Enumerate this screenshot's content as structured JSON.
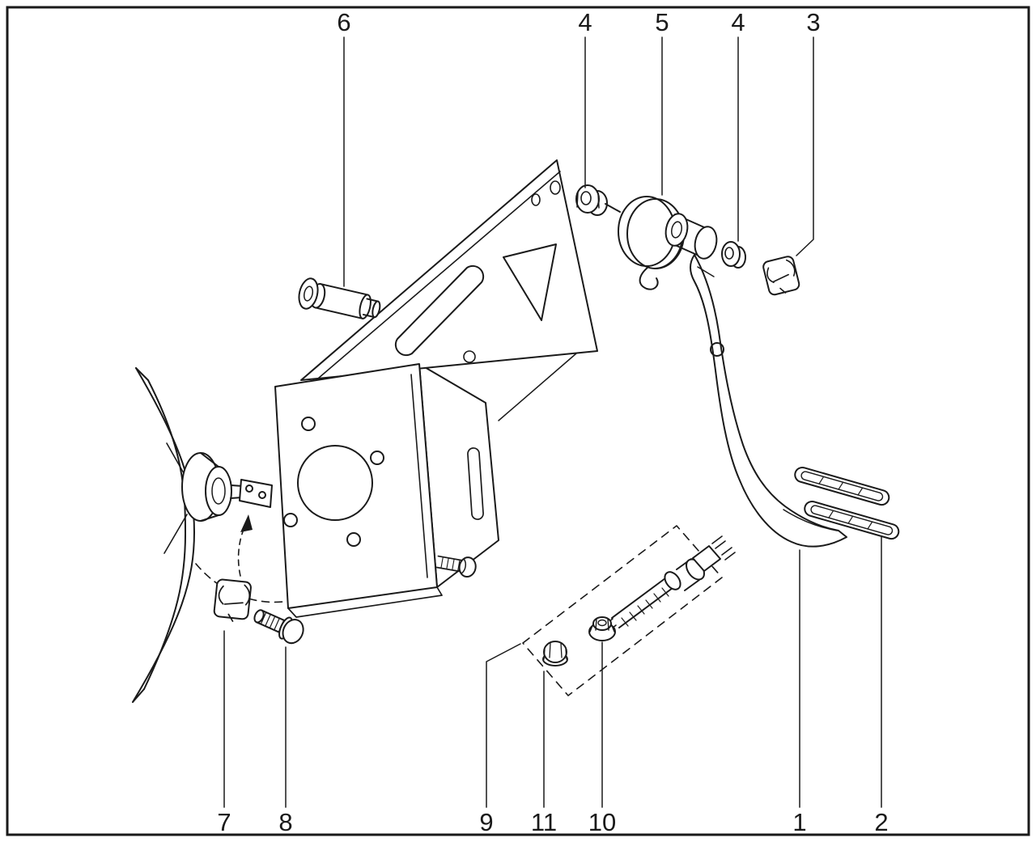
{
  "diagram": {
    "background": "#ffffff",
    "ink": "#1a1a1a",
    "callouts_top": [
      {
        "label": "6"
      },
      {
        "label": "4"
      },
      {
        "label": "5"
      },
      {
        "label": "4"
      },
      {
        "label": "3"
      }
    ],
    "callouts_bottom": [
      {
        "label": "7"
      },
      {
        "label": "8"
      },
      {
        "label": "9"
      },
      {
        "label": "11"
      },
      {
        "label": "10"
      },
      {
        "label": "1"
      },
      {
        "label": "2"
      }
    ]
  }
}
